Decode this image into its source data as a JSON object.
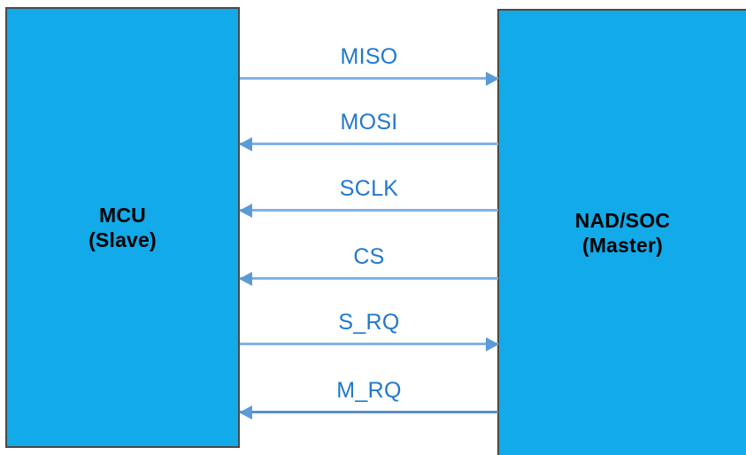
{
  "diagram": {
    "nodes": [
      {
        "id": "mcu",
        "title": "MCU",
        "subtitle": "(Slave)",
        "fill": "#12AAE8",
        "border": "#4a4a4a"
      },
      {
        "id": "nad",
        "title": "NAD/SOC",
        "subtitle": "(Master)",
        "fill": "#12AAE8",
        "border": "#4a4a4a"
      }
    ],
    "connections": [
      {
        "label": "MISO",
        "direction": "right",
        "from": "mcu",
        "to": "nad"
      },
      {
        "label": "MOSI",
        "direction": "left",
        "from": "nad",
        "to": "mcu"
      },
      {
        "label": "SCLK",
        "direction": "left",
        "from": "nad",
        "to": "mcu"
      },
      {
        "label": "CS",
        "direction": "left",
        "from": "nad",
        "to": "mcu"
      },
      {
        "label": "S_RQ",
        "direction": "right",
        "from": "mcu",
        "to": "nad"
      },
      {
        "label": "M_RQ",
        "direction": "left",
        "from": "nad",
        "to": "mcu"
      }
    ],
    "colors": {
      "node_fill": "#12AAE8",
      "node_border": "#4a4a4a",
      "line": "#7FB2E5",
      "arrow_head": "#5B9BD5",
      "label_text": "#2178CC",
      "node_text": "#000000",
      "background": "#ffffff"
    }
  }
}
